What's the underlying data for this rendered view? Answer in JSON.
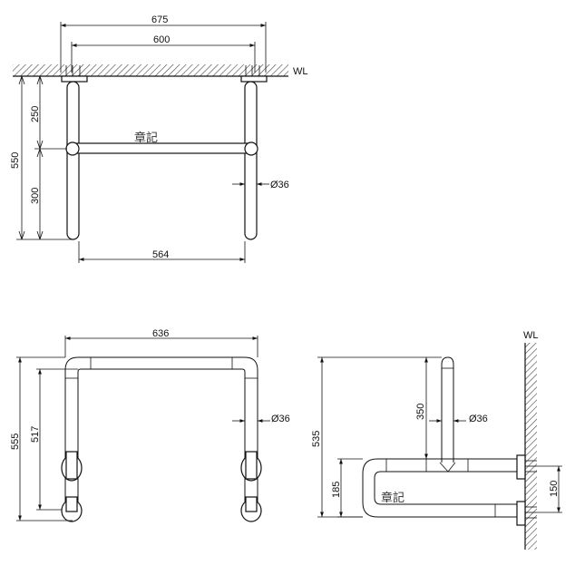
{
  "plan": {
    "width_overall": "675",
    "width_centres": "600",
    "wall_label": "WL",
    "depth_top": "250",
    "depth_bottom": "300",
    "depth_total": "550",
    "tube_dia": "Ø36",
    "inner_span": "564",
    "brand_mark": "章記"
  },
  "front": {
    "width": "636",
    "height_total": "555",
    "height_inner": "517",
    "tube_dia": "Ø36"
  },
  "side": {
    "wall_label": "WL",
    "height_total": "535",
    "post_height": "350",
    "tube_dia": "Ø36",
    "rail_height": "185",
    "bracket_spacing": "150",
    "brand_mark": "章記"
  }
}
